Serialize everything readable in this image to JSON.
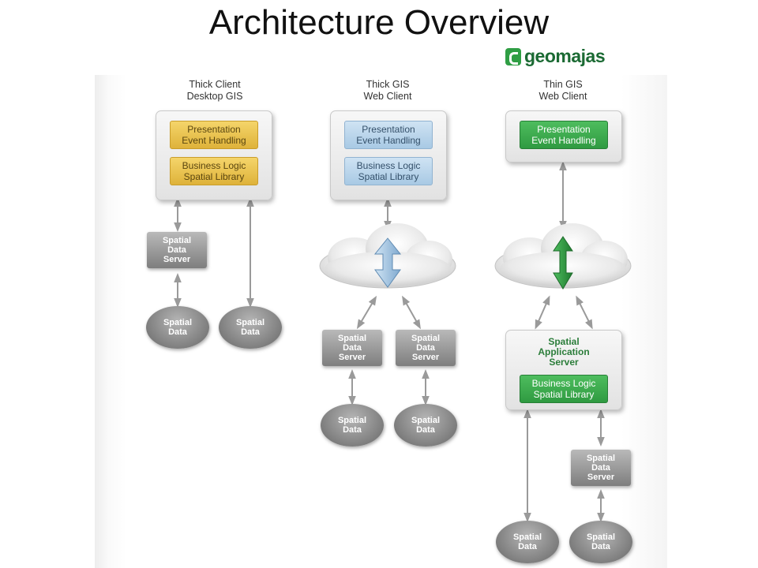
{
  "slide": {
    "title": "Architecture Overview"
  },
  "logo": {
    "text": "geomajas"
  },
  "columns": [
    {
      "title": [
        "Thick Client",
        "Desktop GIS"
      ],
      "client": [
        [
          "Presentation",
          "Event Handling"
        ],
        [
          "Business Logic",
          "Spatial Library"
        ]
      ],
      "server": [
        "Spatial",
        "Data",
        "Server"
      ],
      "data": [
        [
          "Spatial",
          "Data"
        ],
        [
          "Spatial",
          "Data"
        ]
      ]
    },
    {
      "title": [
        "Thick GIS",
        "Web Client"
      ],
      "client": [
        [
          "Presentation",
          "Event Handling"
        ],
        [
          "Business Logic",
          "Spatial Library"
        ]
      ],
      "servers": [
        [
          "Spatial",
          "Data",
          "Server"
        ],
        [
          "Spatial",
          "Data",
          "Server"
        ]
      ],
      "data": [
        [
          "Spatial",
          "Data"
        ],
        [
          "Spatial",
          "Data"
        ]
      ]
    },
    {
      "title": [
        "Thin GIS",
        "Web Client"
      ],
      "client": [
        [
          "Presentation",
          "Event Handling"
        ]
      ],
      "app_server": {
        "title": [
          "Spatial",
          "Application",
          "Server"
        ],
        "pill": [
          "Business Logic",
          "Spatial Library"
        ]
      },
      "server": [
        "Spatial",
        "Data",
        "Server"
      ],
      "data": [
        [
          "Spatial",
          "Data"
        ],
        [
          "Spatial",
          "Data"
        ]
      ]
    }
  ],
  "colors": {
    "yellow": "#deb23a",
    "blue": "#a8c9e4",
    "green": "#2f9a41",
    "gray": "#8a8a8a"
  }
}
